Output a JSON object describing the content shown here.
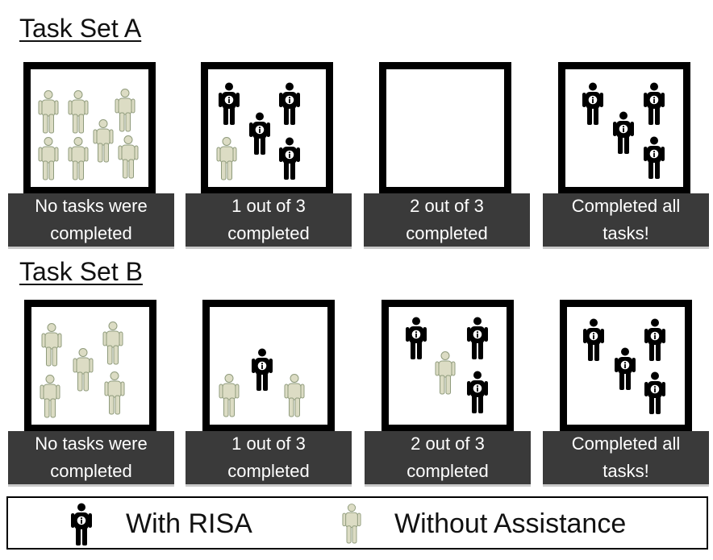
{
  "task_sets": [
    {
      "title": "Task Set A",
      "panels": [
        {
          "caption": "No tasks were completed",
          "with_risa": 0,
          "without_assistance": 7
        },
        {
          "caption": "1 out of 3 completed",
          "with_risa": 4,
          "without_assistance": 1
        },
        {
          "caption": "2 out of 3 completed",
          "with_risa": 0,
          "without_assistance": 0
        },
        {
          "caption": "Completed all tasks!",
          "with_risa": 4,
          "without_assistance": 0
        }
      ]
    },
    {
      "title": "Task Set B",
      "panels": [
        {
          "caption": "No tasks were completed",
          "with_risa": 0,
          "without_assistance": 5
        },
        {
          "caption": "1 out of 3 completed",
          "with_risa": 1,
          "without_assistance": 2
        },
        {
          "caption": "2 out of 3 completed",
          "with_risa": 3,
          "without_assistance": 1
        },
        {
          "caption": "Completed all tasks!",
          "with_risa": 4,
          "without_assistance": 0
        }
      ]
    }
  ],
  "legend": {
    "with_risa": {
      "label": "With RISA",
      "icon": "person-with-info-badge-icon",
      "color": "#000000"
    },
    "without_assistance": {
      "label": "Without Assistance",
      "icon": "person-icon",
      "color": "#dcdcc4",
      "stroke": "#8f9b7c"
    }
  },
  "colors": {
    "frame": "#000000",
    "caption_bg": "#3a3a3a",
    "caption_text": "#ffffff"
  }
}
